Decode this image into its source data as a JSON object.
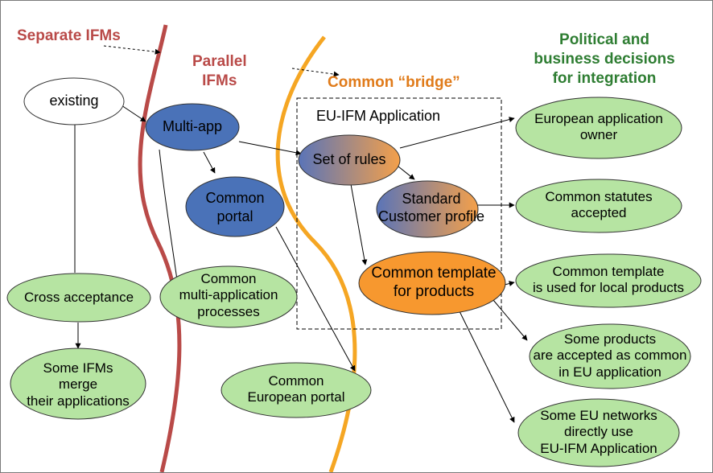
{
  "headers": {
    "separate": "Separate IFMs",
    "parallel": "Parallel\nIFMs",
    "bridge": "Common “bridge”",
    "political": "Political and\nbusiness decisions\nfor integration"
  },
  "box_title": "EU-IFM Application",
  "nodes": {
    "existing": "existing",
    "multi_app": "Multi-app",
    "common_portal": "Common\nportal",
    "cross_acceptance": "Cross acceptance",
    "some_ifms_merge": "Some IFMs\nmerge\ntheir applications",
    "multi_app_processes": "Common\nmulti-application\nprocesses",
    "common_european_portal": "Common\nEuropean portal",
    "set_of_rules": "Set of rules",
    "standard_customer_profile": "Standard\nCustomer profile",
    "common_template_products": "Common template\nfor products",
    "european_app_owner": "European application\nowner",
    "common_statutes": "Common statutes\naccepted",
    "template_local": "Common template\nis used for local products",
    "products_common": "Some products\nare accepted as common\nin EU application",
    "eu_networks": "Some EU networks\ndirectly use\nEU-IFM Application"
  },
  "colors": {
    "green_fill": "#b6e4a2",
    "blue_fill": "#4a72b8",
    "orange_fill": "#f7982f",
    "red_curve": "#b94a48",
    "orange_curve": "#f5a623",
    "header_green": "#2e7d32"
  }
}
